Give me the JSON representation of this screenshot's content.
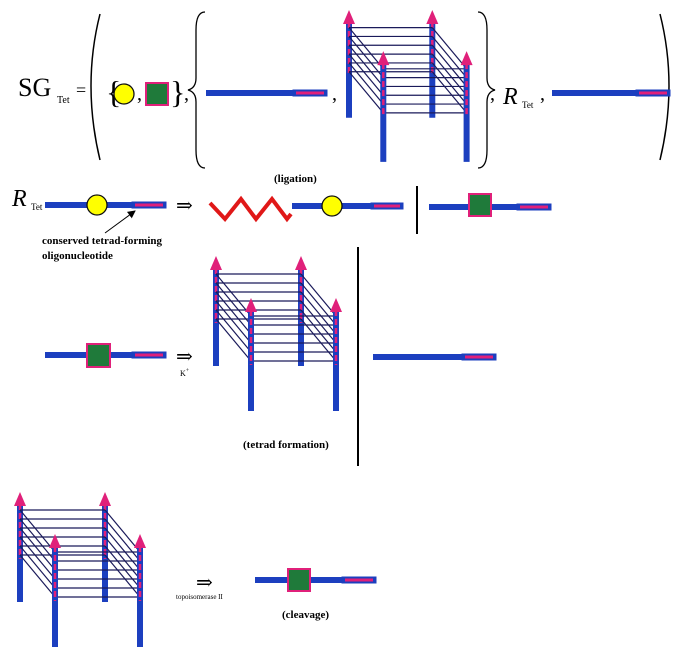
{
  "grammar": {
    "symbol": "SG",
    "symbol_subscript": "Tet",
    "equals": "=",
    "rule_symbol": "R",
    "rule_subscript": "Tet"
  },
  "labels": {
    "ligation": "(ligation)",
    "conserved_line1": "conserved tetrad-forming",
    "conserved_line2": "oligonucleotide",
    "k_plus": "K",
    "k_plus_sup": "+",
    "tetrad_formation": "(tetrad formation)",
    "topoisomerase": "topoisomerase II",
    "cleavage": "(cleavage)"
  },
  "symbols": {
    "arrow_right": "⇒",
    "brace_open": "{",
    "brace_close": "}",
    "comma": ","
  },
  "colors": {
    "strand_blue": "#1c3fbf",
    "tetrad_pink": "#e0207a",
    "ring_yellow": "#ffff00",
    "box_green": "#1f7a3a",
    "zigzag_red": "#e01818",
    "line_dark": "#1a1a5a"
  },
  "icons": [
    "tetrad-complex-icon",
    "oligonucleotide-strand-icon",
    "green-box-icon",
    "yellow-circle-icon",
    "red-zigzag-icon",
    "arrowhead-icon"
  ]
}
